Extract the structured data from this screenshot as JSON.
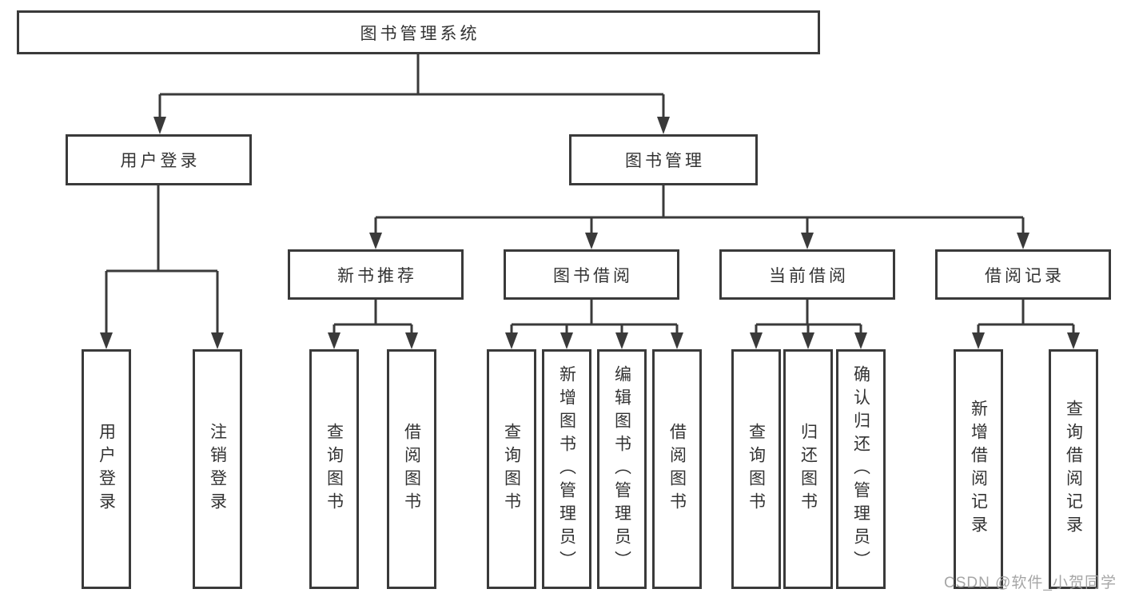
{
  "colors": {
    "line": "#3a3a3a",
    "box_border": "#3a3a3a",
    "text": "#333333",
    "watermark": "#9e9e9e",
    "background": "#ffffff"
  },
  "watermark": {
    "text": "CSDN @软件_小贺同学"
  },
  "tree": {
    "root": {
      "label": "图书管理系统"
    },
    "login_branch": {
      "label": "用户登录",
      "children": [
        "用户登录",
        "注销登录"
      ]
    },
    "management_branch": {
      "label": "图书管理",
      "groups": [
        {
          "label": "新书推荐",
          "children": [
            "查询图书",
            "借阅图书"
          ]
        },
        {
          "label": "图书借阅",
          "children": [
            "查询图书",
            "新增图书（管理员）",
            "编辑图书（管理员）",
            "借阅图书"
          ]
        },
        {
          "label": "当前借阅",
          "children": [
            "查询图书",
            "归还图书",
            "确认归还（管理员）"
          ]
        },
        {
          "label": "借阅记录",
          "children": [
            "新增借阅记录",
            "查询借阅记录"
          ]
        }
      ]
    }
  }
}
